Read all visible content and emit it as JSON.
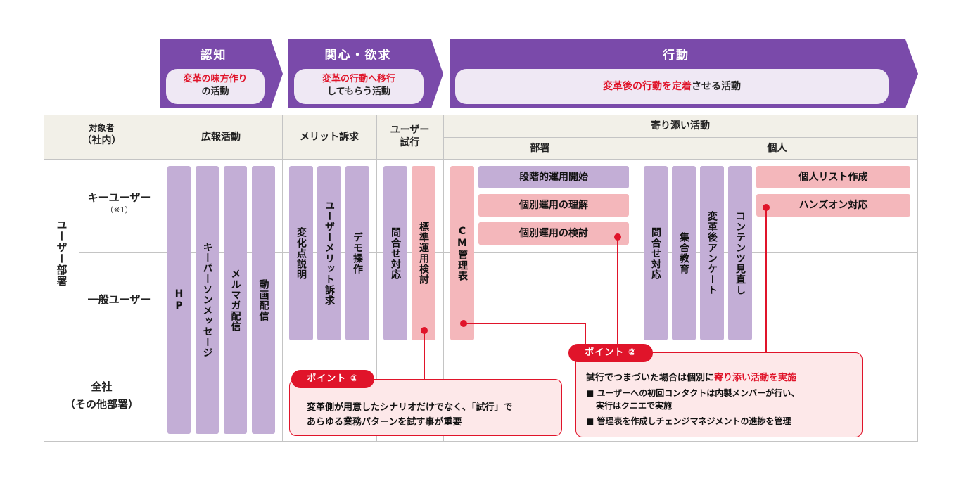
{
  "phases": {
    "awareness": {
      "title": "認知",
      "highlight": "変革の味方作り",
      "rest": "の活動"
    },
    "interest": {
      "title": "関心・欲求",
      "highlight": "変革の行動へ移行",
      "rest": "してもらう活動"
    },
    "action": {
      "title": "行動",
      "highlight": "変革後の行動を定着",
      "rest": "させる活動"
    }
  },
  "header": {
    "target_line1": "対象者",
    "target_line2": "（社内）",
    "pr": "広報活動",
    "merit": "メリット訴求",
    "trial_line1": "ユーザー",
    "trial_line2": "試行",
    "support": "寄り添い活動",
    "department": "部署",
    "individual": "個人"
  },
  "rows": {
    "user_dept": "ユーザー部署",
    "key_user": "キーユーザー",
    "key_user_note": "（※1）",
    "general_user": "一般ユーザー",
    "company_line1": "全社",
    "company_line2": "（その他部署）"
  },
  "bars": {
    "pr": [
      "HP",
      "キーパーソンメッセージ",
      "メルマガ配信",
      "動画配信"
    ],
    "merit": [
      "変化点説明",
      "ユーザーメリット訴求",
      "デモ操作"
    ],
    "trial": [
      "問合せ対応",
      "標準運用検討"
    ],
    "dept_vertical": "CM管理表",
    "dept_h": [
      "段階的運用開始",
      "個別運用の理解",
      "個別運用の検討"
    ],
    "indiv_vertical": [
      "問合せ対応",
      "集合教育",
      "変革後アンケート",
      "コンテンツ見直し"
    ],
    "indiv_h": [
      "個人リスト作成",
      "ハンズオン対応"
    ]
  },
  "point1": {
    "badge": "ポイント ①",
    "line1": "変革側が用意したシナリオだけでなく､「試行」で",
    "line2": "あらゆる業務パターンを試す事が重要"
  },
  "point2": {
    "badge": "ポイント ②",
    "line1_a": "試行でつまづいた場合は個別に",
    "line1_b": "寄り添い活動を実施",
    "bullet1_a": "■ ユーザーへの初回コンタクトは内製メンバーが行い、",
    "bullet1_b": "実行はクニエで実施",
    "bullet2": "■ 管理表を作成しチェンジマネジメントの進捗を管理"
  },
  "colors": {
    "purple_dark": "#7a4aaa",
    "purple_bar": "#c3aed6",
    "pink_bar": "#f4b7bb",
    "red": "#e0142a",
    "header_bg": "#f2f0e8"
  }
}
